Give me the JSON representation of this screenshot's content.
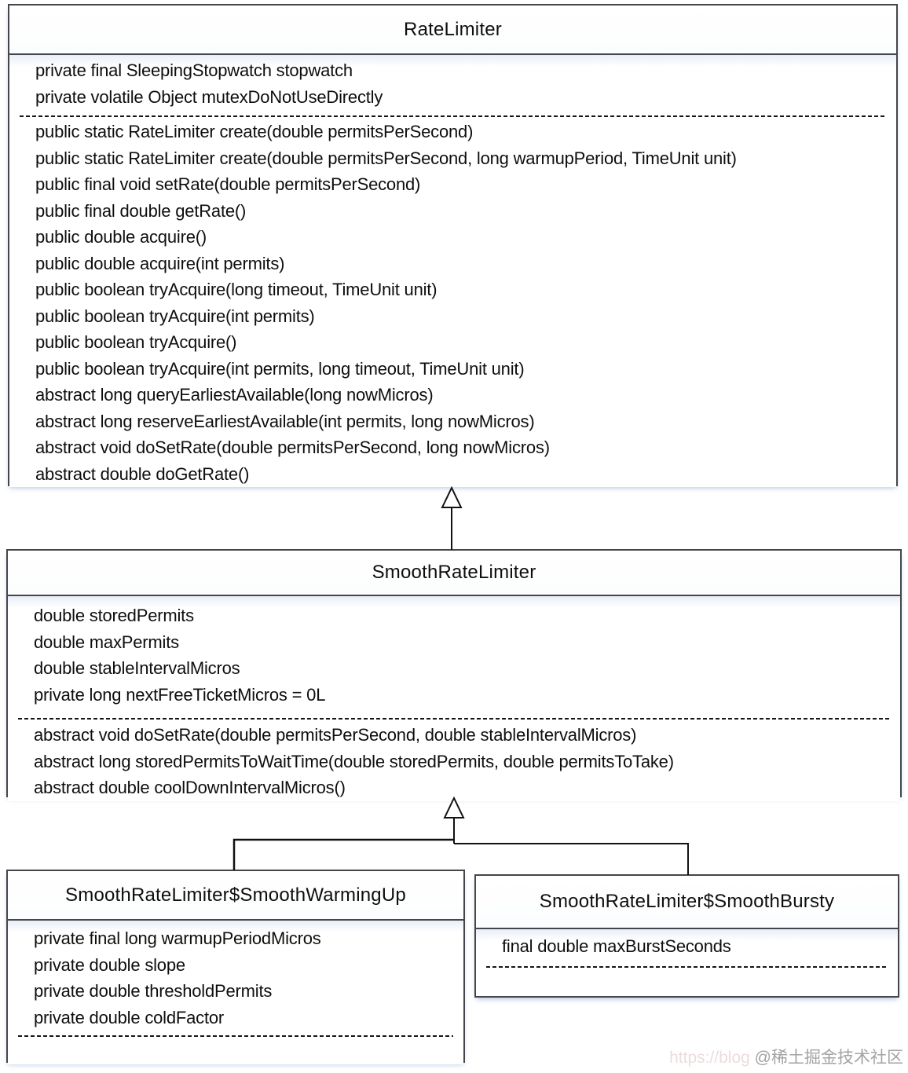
{
  "diagram_type": "uml-class-diagram",
  "colors": {
    "box_border": "#45464b",
    "line": "#111111",
    "compartment_tint": "#e9eef7",
    "watermark_gray": "#a3a3a3",
    "watermark_faint_pink": "#d0a8a8"
  },
  "classes": [
    {
      "name": "RateLimiter",
      "fields": [
        "private final SleepingStopwatch stopwatch",
        "private volatile Object mutexDoNotUseDirectly"
      ],
      "methods": [
        "public static RateLimiter create(double permitsPerSecond)",
        "public static RateLimiter create(double permitsPerSecond, long warmupPeriod, TimeUnit unit)",
        "public final void setRate(double permitsPerSecond)",
        "public final double getRate()",
        "public double acquire()",
        "public double acquire(int permits)",
        "public boolean tryAcquire(long timeout, TimeUnit unit)",
        "public boolean tryAcquire(int permits)",
        "public boolean tryAcquire()",
        "public boolean tryAcquire(int permits, long timeout, TimeUnit unit)",
        "abstract long queryEarliestAvailable(long nowMicros)",
        "abstract long reserveEarliestAvailable(int permits, long nowMicros)",
        "abstract void doSetRate(double permitsPerSecond, long nowMicros)",
        "abstract double doGetRate()"
      ]
    },
    {
      "name": "SmoothRateLimiter",
      "fields": [
        "double storedPermits",
        "double maxPermits",
        "double stableIntervalMicros",
        "private long nextFreeTicketMicros = 0L"
      ],
      "methods": [
        "abstract void doSetRate(double permitsPerSecond, double stableIntervalMicros)",
        "abstract long storedPermitsToWaitTime(double storedPermits, double permitsToTake)",
        "abstract double coolDownIntervalMicros()"
      ]
    },
    {
      "name": "SmoothRateLimiter$SmoothWarmingUp",
      "fields": [
        "private final long warmupPeriodMicros",
        "private double slope",
        "private double thresholdPermits",
        "private double coldFactor"
      ],
      "methods": []
    },
    {
      "name": "SmoothRateLimiter$SmoothBursty",
      "fields": [
        "final double maxBurstSeconds"
      ],
      "methods": []
    }
  ],
  "relations": [
    {
      "type": "inheritance",
      "from": "SmoothRateLimiter",
      "to": "RateLimiter"
    },
    {
      "type": "inheritance",
      "from": "SmoothRateLimiter$SmoothWarmingUp",
      "to": "SmoothRateLimiter"
    },
    {
      "type": "inheritance",
      "from": "SmoothRateLimiter$SmoothBursty",
      "to": "SmoothRateLimiter"
    }
  ],
  "watermark": {
    "faint_prefix": "https://blog",
    "label": "@稀土掘金技术社区"
  }
}
